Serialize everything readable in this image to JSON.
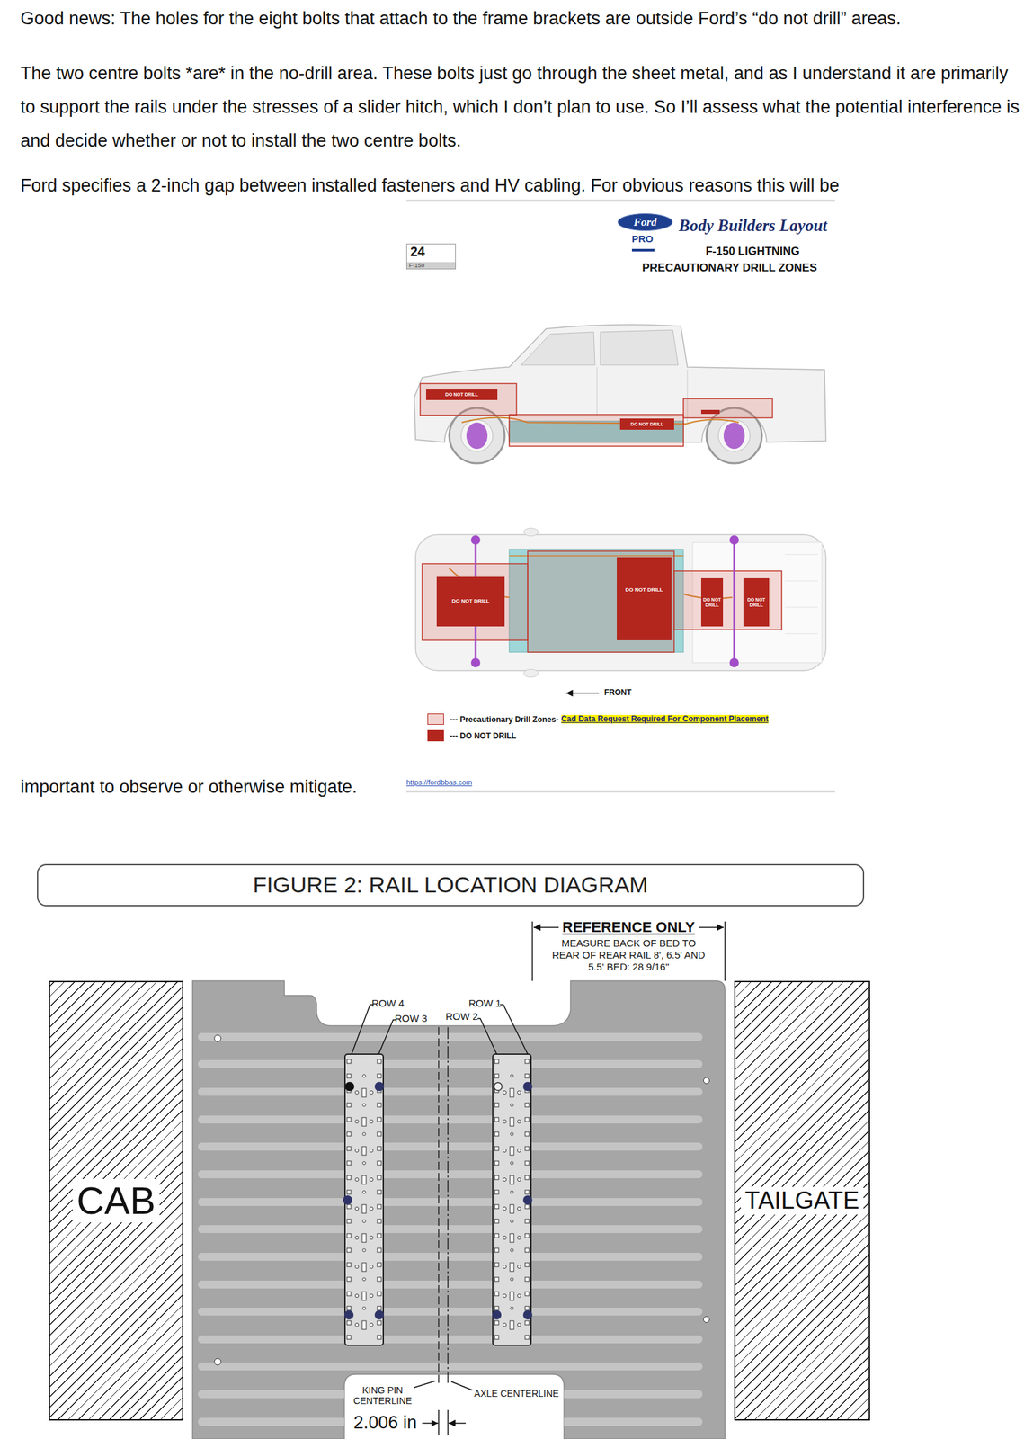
{
  "diagram": {
    "nodes": [
      {
        "text": [
          "Ford"
        ]
      },
      {
        "text": [
          "24",
          "F-150"
        ]
      },
      {
        "text": [
          "DO NOT DRILL"
        ]
      },
      {
        "text": [
          "DO NOT DRILL"
        ]
      },
      {
        "text": [
          "DO NOT DRILL"
        ]
      },
      {
        "text": [
          "DO NOT DRILL"
        ]
      },
      {
        "text": [
          "DO NOT DRILL"
        ]
      },
      {
        "text": [
          "DO NOT DRILL"
        ]
      },
      {
        "text": [
          "FIGURE 2: RAIL LOCATION DIAGRAM"
        ]
      },
      {
        "text": [
          "CAB"
        ]
      },
      {
        "text": [
          "TAILGATE"
        ]
      }
    ],
    "labels": [
      "Good news: The holes for the eight bolts that attach to the frame brackets are outside Ford’s “do not drill” areas.",
      "The two centre bolts *are* in the no-drill area. These bolts just go through the sheet metal, and as I understand it are primarily to support the rails under the stresses of a slider hitch, which I don’t plan to use. So I’ll assess what the potential interference is and decide whether or not to install the two centre bolts.",
      "Ford specifies a 2-inch gap between installed fasteners and HV cabling. For obvious reasons this will be",
      "PRO",
      "Body Builders Layout",
      "F-150 LIGHTNING",
      "PRECAUTIONARY DRILL ZONES",
      "FRONT",
      "Cad Data Request Required For Component Placement",
      "important to observe or otherwise mitigate.",
      "https://fordbbas.com",
      "REFERENCE ONLY",
      "MEASURE BACK OF BED TO REAR OF REAR RAIL 8', 6.5' AND 5.5' BED: 28 9/16\"",
      "ROW 4",
      "ROW 3",
      "ROW 1",
      "ROW 2",
      "KING PIN CENTERLINE",
      "AXLE CENTERLINE",
      "2.006 in"
    ],
    "legend": [
      {
        "text": "--- Precautionary Drill Zones-",
        "color": "#f3d3cf"
      },
      {
        "text": "--- DO NOT DRILL",
        "color": "#b3261e"
      }
    ]
  }
}
